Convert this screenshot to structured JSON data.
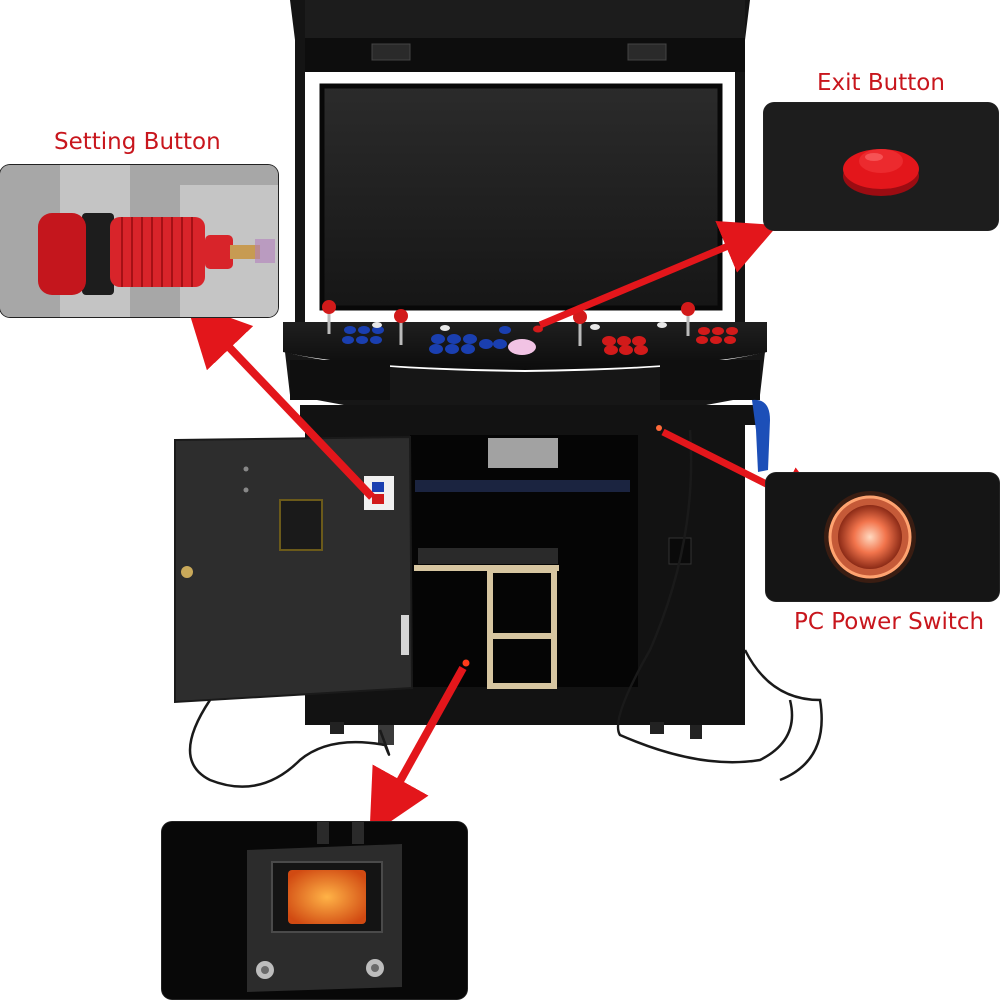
{
  "callouts": {
    "setting_button": "Setting Button",
    "exit_button": "Exit Button",
    "pc_power_switch": "PC Power Switch"
  },
  "colors": {
    "label_red": "#c8161d",
    "arrow_red": "#e3161b",
    "button_red": "#d21a1a",
    "button_blue": "#1a3fb0",
    "cabinet_black": "#121212"
  }
}
